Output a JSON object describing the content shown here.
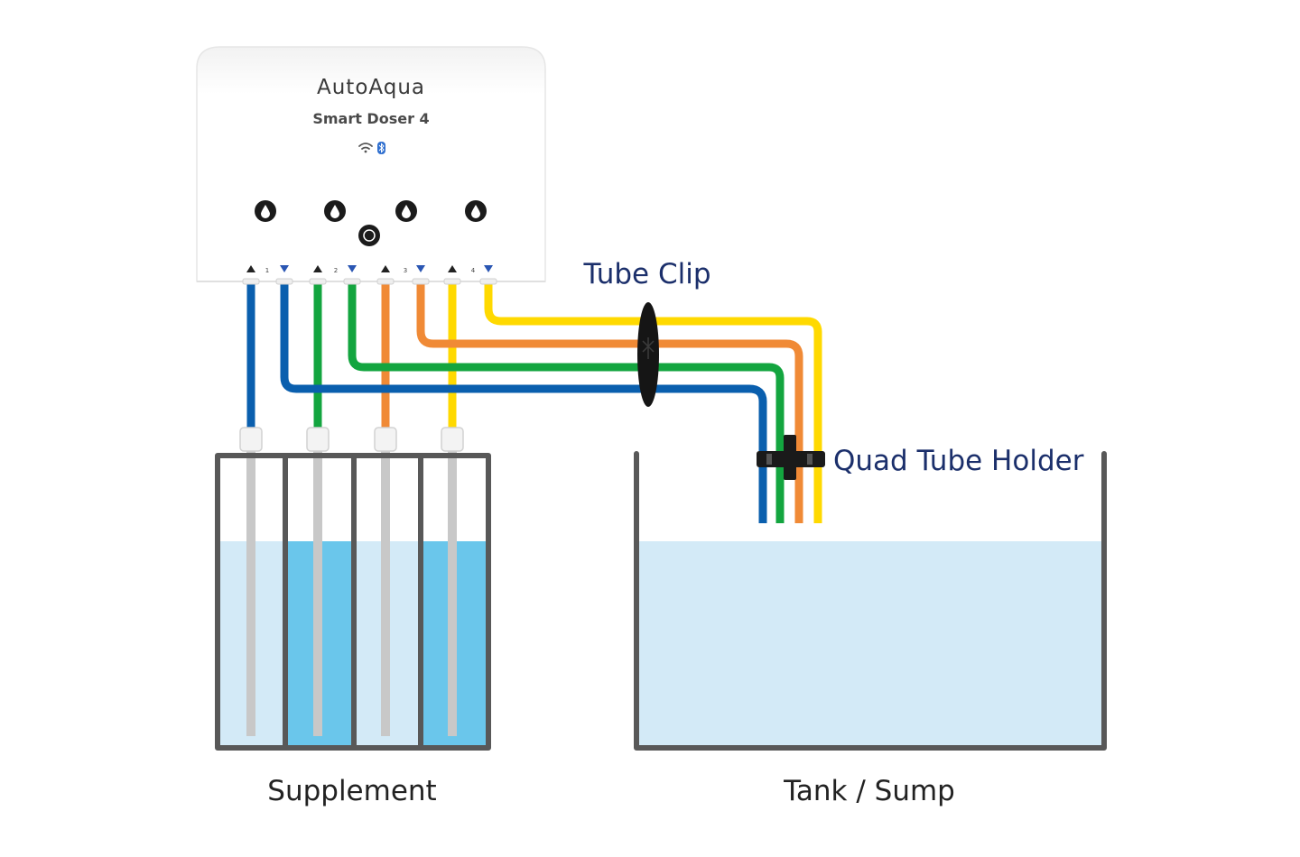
{
  "device": {
    "brand": "AutoAqua",
    "model": "Smart Doser 4",
    "port_numbers": [
      "1",
      "2",
      "3",
      "4"
    ]
  },
  "labels": {
    "tube_clip": "Tube Clip",
    "quad_tube_holder": "Quad Tube Holder",
    "supplement": "Supplement",
    "tank_sump": "Tank / Sump"
  },
  "colors": {
    "tube_blue": "#0a5fae",
    "tube_green": "#13a53f",
    "tube_orange": "#f08a36",
    "tube_yellow": "#ffd900",
    "water_light": "#d3eaf7",
    "water_dark": "#6ac6eb",
    "container_stroke": "#585858",
    "label_text": "#1b2f6b"
  },
  "icons": [
    "wifi-icon",
    "bluetooth-icon",
    "droplet-icon",
    "power-button-icon"
  ]
}
